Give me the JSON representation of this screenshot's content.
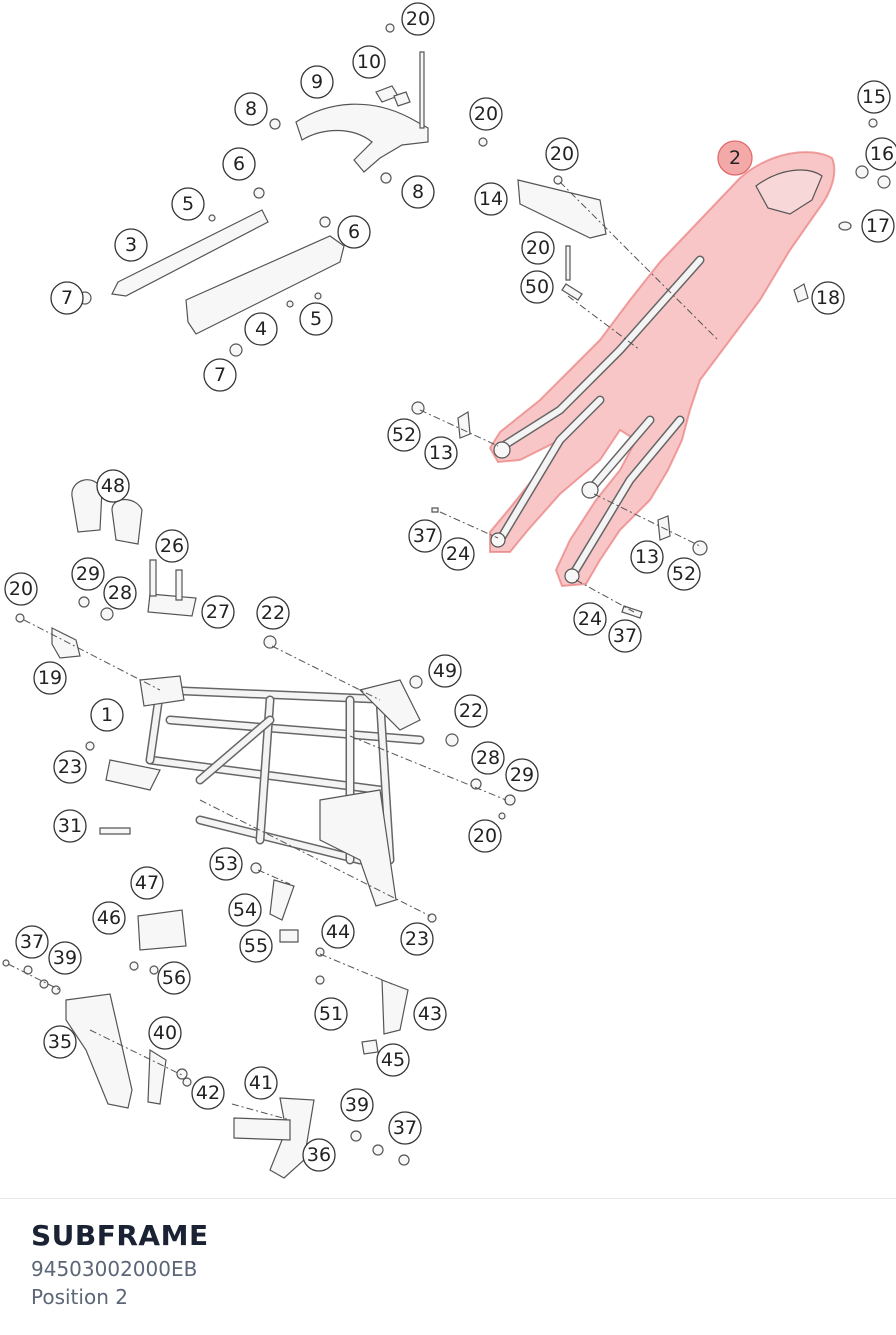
{
  "part": {
    "title": "SUBFRAME",
    "number": "94503002000EB",
    "position_label": "Position 2"
  },
  "selected_callout": "2",
  "highlight_color": "#f08080",
  "callouts": [
    "20",
    "10",
    "9",
    "8",
    "6",
    "5",
    "3",
    "7",
    "4",
    "6",
    "5",
    "7",
    "8",
    "20",
    "20",
    "14",
    "2",
    "15",
    "16",
    "17",
    "18",
    "20",
    "50",
    "52",
    "13",
    "37",
    "24",
    "13",
    "52",
    "24",
    "37",
    "48",
    "26",
    "29",
    "28",
    "20",
    "27",
    "22",
    "19",
    "49",
    "1",
    "22",
    "23",
    "28",
    "29",
    "31",
    "20",
    "53",
    "47",
    "46",
    "54",
    "55",
    "44",
    "23",
    "37",
    "39",
    "56",
    "40",
    "35",
    "51",
    "43",
    "45",
    "41",
    "42",
    "39",
    "37",
    "36"
  ]
}
